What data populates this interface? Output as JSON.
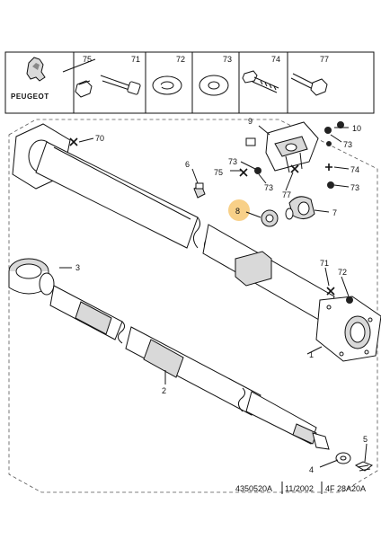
{
  "brand": "PEUGEOT",
  "header_parts": [
    "75",
    "71",
    "72",
    "73",
    "74",
    "77"
  ],
  "callouts": {
    "c70": "70",
    "c9": "9",
    "c10": "10",
    "c73a": "73",
    "c73b": "73",
    "c75": "75",
    "c73c": "73",
    "c77": "77",
    "c74": "74",
    "c73d": "73",
    "c6": "6",
    "c8": "8",
    "c7": "7",
    "c3": "3",
    "c71": "71",
    "c72": "72",
    "c1": "1",
    "c2": "2",
    "c5": "5",
    "c4": "4"
  },
  "footer": {
    "ref": "4350520A",
    "date": "11/2002",
    "code": "4F 28A20A"
  },
  "colors": {
    "highlight": "#f7c873",
    "line": "#111111"
  }
}
